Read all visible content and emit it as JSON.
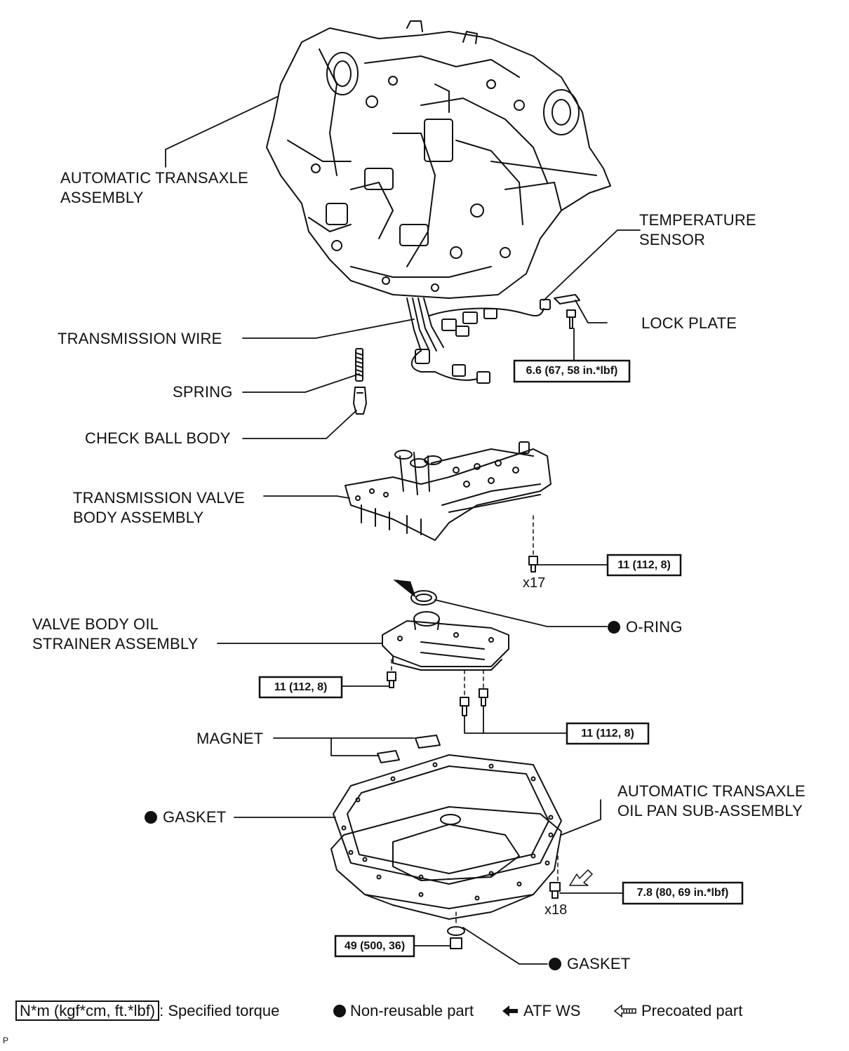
{
  "labels": {
    "transaxle": [
      "AUTOMATIC TRANSAXLE",
      "ASSEMBLY"
    ],
    "temp_sensor": [
      "TEMPERATURE",
      "SENSOR"
    ],
    "lock_plate": "LOCK PLATE",
    "trans_wire": "TRANSMISSION WIRE",
    "spring": "SPRING",
    "check_ball": "CHECK BALL BODY",
    "valve_body": [
      "TRANSMISSION VALVE",
      "BODY ASSEMBLY"
    ],
    "o_ring": "O-RING",
    "strainer": [
      "VALVE BODY OIL",
      "STRAINER ASSEMBLY"
    ],
    "magnet": "MAGNET",
    "gasket_pan": "GASKET",
    "oil_pan": [
      "AUTOMATIC TRANSAXLE",
      "OIL PAN SUB-ASSEMBLY"
    ],
    "gasket_drain": "GASKET"
  },
  "torques": {
    "temp_sensor": "6.6 (67, 58 in.*lbf)",
    "valve_body": "11 (112, 8)",
    "strainer_left": "11 (112, 8)",
    "strainer_right": "11 (112, 8)",
    "oil_pan": "7.8 (80, 69 in.*lbf)",
    "drain_plug": "49 (500, 36)"
  },
  "counts": {
    "valve_body_bolts": "x17",
    "oil_pan_bolts": "x18"
  },
  "legend": {
    "torque_box": "N*m (kgf*cm, ft.*lbf)",
    "torque_text": ": Specified torque",
    "non_reusable": "Non-reusable part",
    "atf": "ATF WS",
    "precoated": "Precoated part"
  },
  "corner_mark": "P"
}
